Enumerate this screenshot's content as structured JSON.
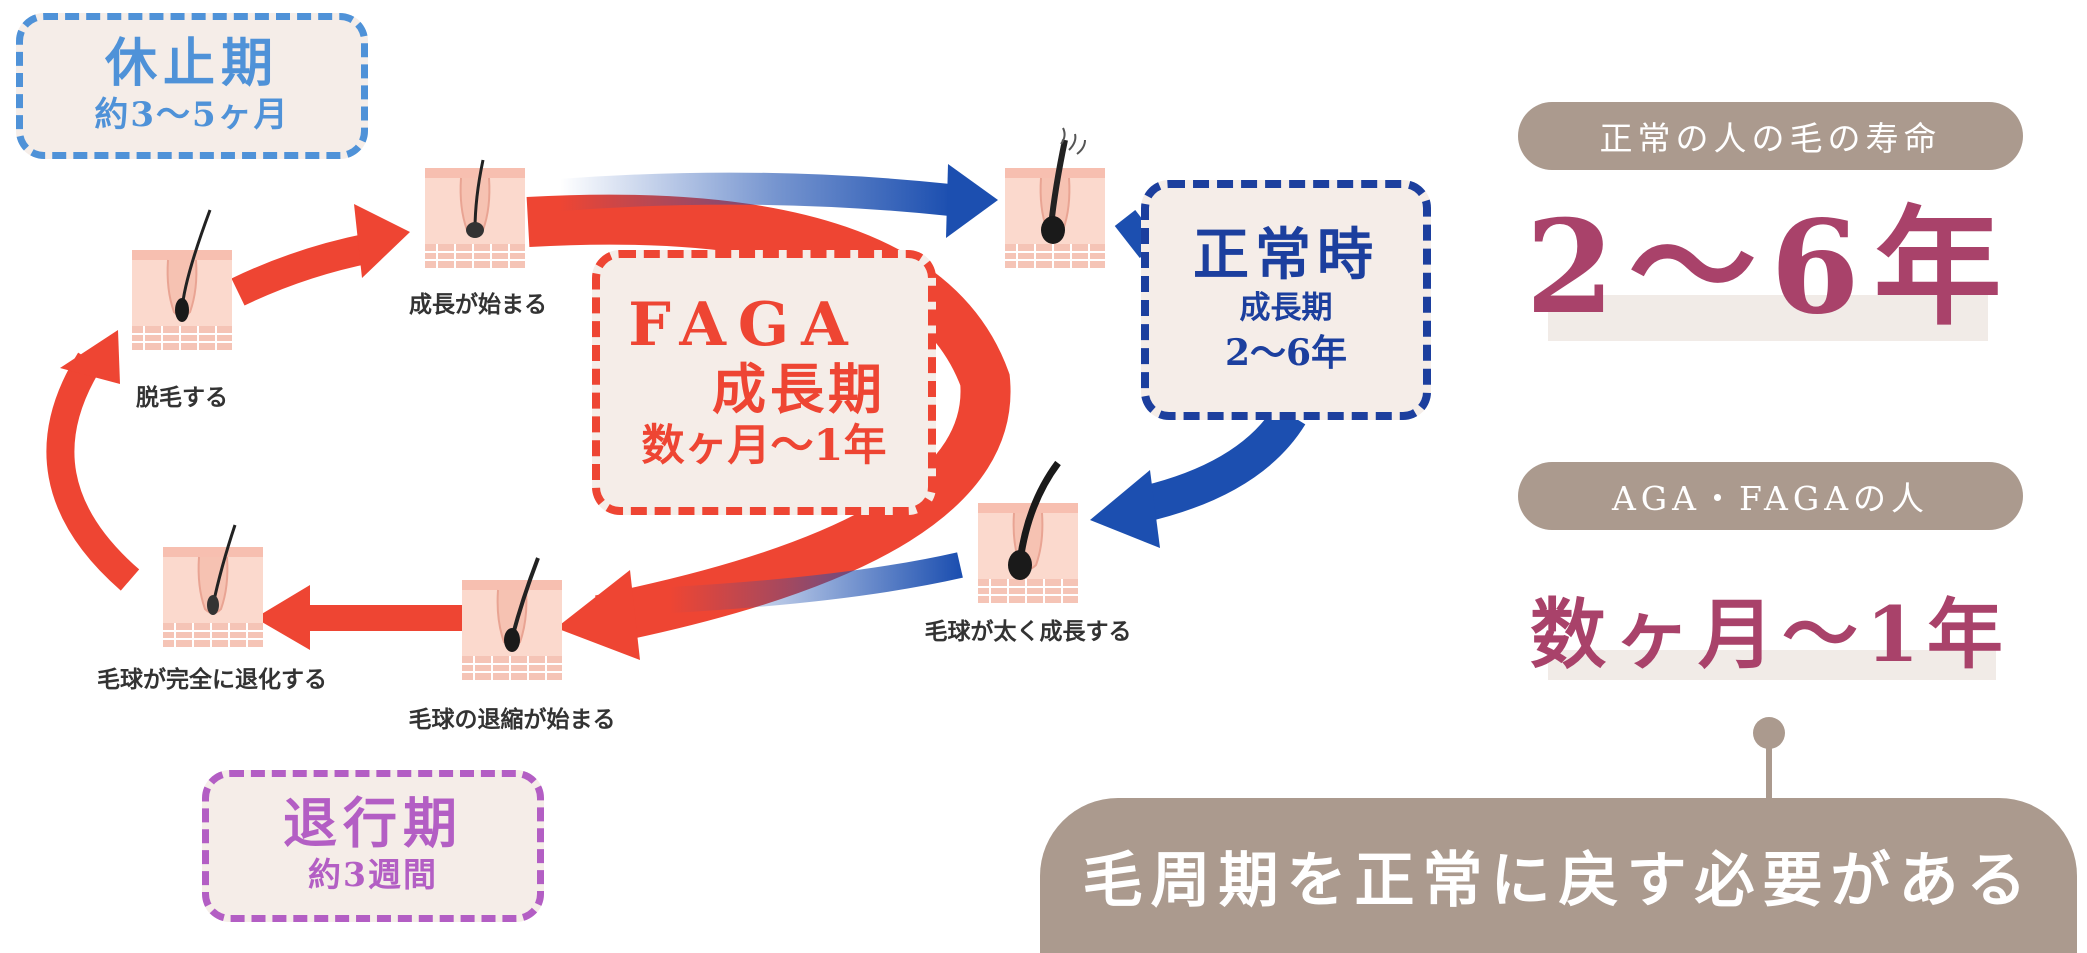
{
  "phases": {
    "rest": {
      "title": "休止期",
      "duration": "約3〜5ヶ月"
    },
    "regression": {
      "title": "退行期",
      "duration": "約3週間"
    },
    "normal": {
      "title": "正常時",
      "stage": "成長期",
      "duration": "2〜6年"
    },
    "faga": {
      "title": "FAGA",
      "stage": "成長期",
      "duration": "数ヶ月〜1年"
    }
  },
  "stages": [
    {
      "label": "脱毛する"
    },
    {
      "label": "成長が始まる"
    },
    {
      "label": "毛球が太く成長する"
    },
    {
      "label": "毛球の退縮が始まる"
    },
    {
      "label": "毛球が完全に退化する"
    }
  ],
  "comparison": {
    "normal_label": "正常の人の毛の寿命",
    "normal_value": "2〜6年",
    "aga_label": "AGA・FAGAの人",
    "aga_value": "数ヶ月〜1年"
  },
  "conclusion": "毛周期を正常に戻す必要がある",
  "colors": {
    "red_arrow": "#ee4533",
    "blue_arrow": "#1c4fb0",
    "rest": "#4f92d8",
    "regression": "#b35ec4",
    "normal": "#1c3f9e",
    "accent_text": "#a9426a",
    "pill": "#ab9a8e"
  },
  "icons": [
    "hair-follicle-icon",
    "arrow-icon"
  ]
}
